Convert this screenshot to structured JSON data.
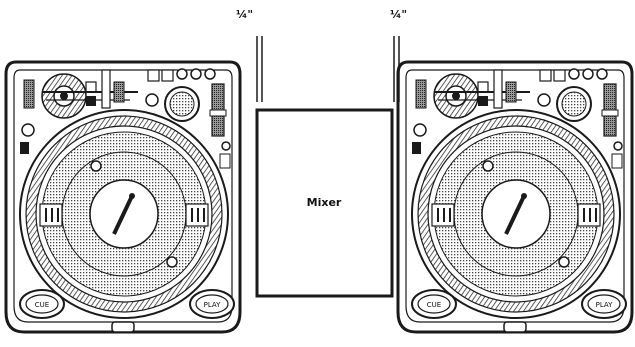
{
  "diagram": {
    "mixer_label": "Mixer",
    "cable_labels": [
      "¼\"",
      "¼\""
    ],
    "left_deck": {
      "button_left": "CUE",
      "button_right": "PLAY"
    },
    "right_deck": {
      "button_left": "CUE",
      "button_right": "PLAY"
    }
  },
  "colors": {
    "ink": "#1a1a1a",
    "background": "#ffffff"
  }
}
